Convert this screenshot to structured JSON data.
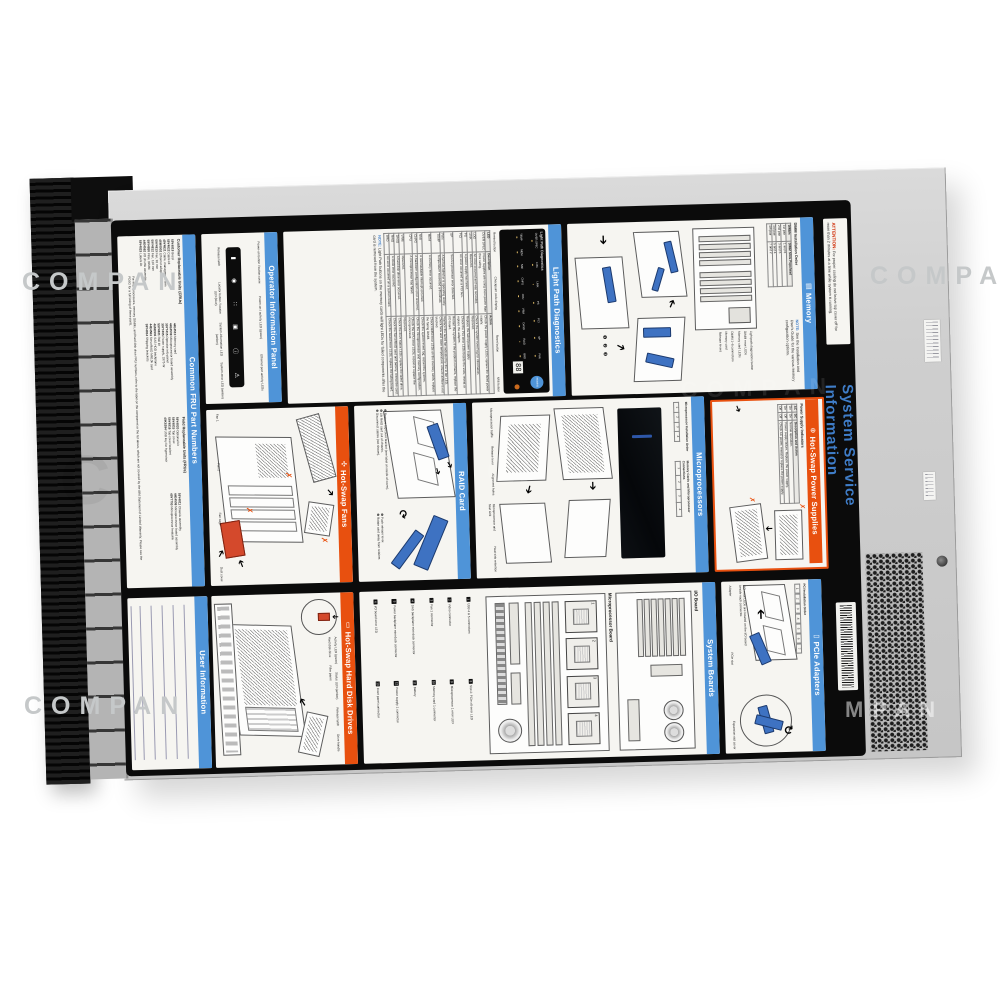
{
  "watermark": {
    "text": "COMPAN",
    "partial_vent": "MPAN",
    "partial_label": "PAN",
    "logo": "Ci",
    "big_c": "C"
  },
  "title": "System Service Information",
  "attention": {
    "label": "ATTENTION:",
    "text": "For proper cooling do not leave top cover off for more than 2 minutes at a time while system is running."
  },
  "icons": {
    "memory": "▤",
    "fans": "✣",
    "psu": "⊕",
    "hdd": "▭",
    "pcie": "▯",
    "arrow": "➔",
    "rotate": "↻",
    "x": "✗",
    "op_glyphs": [
      "▮",
      "◉",
      "∷",
      "▣",
      "ⓘ",
      "⚠"
    ]
  },
  "fru": {
    "header": "Common FRU Part Numbers",
    "cru_title": "Customer Replaceable Units (CRUs)",
    "crus_left": [
      {
        "pn": "59Y4818",
        "t": "Bezel"
      },
      {
        "pn": "59Y4822",
        "t": "Cable kit"
      },
      {
        "pn": "49Y4821",
        "t": "Cable, management arm"
      },
      {
        "pn": "46M0902",
        "t": "Ethernet adapter"
      },
      {
        "pn": "59Y4813",
        "t": "Fan, 92 mm"
      },
      {
        "pn": "59Y4812",
        "t": "Fan, 120 mm"
      },
      {
        "pn": "59Y4850",
        "t": "Filler, DIMM"
      },
      {
        "pn": "44E4562",
        "t": "I/O shuttle assembly"
      },
      {
        "pn": "59Y4823",
        "t": "Labels kit"
      }
    ],
    "crus_right": [
      {
        "pn": "44E4510",
        "t": "Memory card"
      },
      {
        "pn": "44E4509",
        "t": "Microprocessor board assembly"
      },
      {
        "pn": "39Y7415",
        "t": "Operator info panel"
      },
      {
        "pn": "39Y7405",
        "t": "Power supply, 1975 W"
      },
      {
        "pn": "59Y4821",
        "t": "Rail kit"
      },
      {
        "pn": "46M0901",
        "t": "SAS HDD backplane"
      },
      {
        "pn": "44E4563",
        "t": "ServeRAID MR10k card"
      },
      {
        "pn": "59Y4814",
        "t": "Shipping brackets"
      }
    ],
    "fru_title": "Field Replaceable Units (FRUs)",
    "frus_left": [
      {
        "pn": "59Y4820",
        "t": "Optional kit"
      },
      {
        "pn": "59Y4815",
        "t": "Top cover"
      },
      {
        "pn": "59Y4816",
        "t": "Top cover bracket"
      },
      {
        "pn": "40K6394",
        "t": "USB key for hypervisor"
      }
    ],
    "frus_right": [
      {
        "pn": "59Y4811",
        "t": "Chassis assembly"
      },
      {
        "pn": "44E4508",
        "t": "Microprocessor board assembly"
      },
      {
        "pn": "49Y7703",
        "t": "Microprocessor heatsink"
      }
    ],
    "note": "For microprocessors, memory DIMMs, and hard disk drive FRU numbers, refer to the label on the component or the list above, which are not covered by the IBM Statement of Limited Warranty. Please see the PDSG for a full listing of these parts."
  },
  "operator": {
    "header": "Operator Information Panel",
    "callouts_top": [
      "Power-on button / button cover",
      "Power-on / activity LED (green)",
      "Ethernet port activity LEDs"
    ],
    "callouts_bottom": [
      "Release latch",
      "Locator button / locator LED (blue)",
      "System-information LED (amber)",
      "System-error LED (amber)"
    ]
  },
  "light_path": {
    "header": "Light Path Diagnostics",
    "display_title": "Light Path Diagnostics",
    "leds_row1": [
      "OVER SPEC",
      "LOG",
      "LINK",
      "PS",
      "PCI",
      "SP",
      "FAN"
    ],
    "leds_row2": [
      "TEMP",
      "MEM",
      "NMI",
      "CNFG",
      "CPU",
      "VRM",
      "DASD",
      "RAID",
      "BRD"
    ],
    "remind": "REMIND",
    "code": "88",
    "gfx_callouts": [
      "Remind button",
      "Checkpoint code display",
      "Reset button",
      "NMI button"
    ],
    "table_headers": [
      "LED",
      "Description",
      "Action"
    ],
    "rows": [
      {
        "led": "OVER SPEC",
        "d": "Power supplies are using more power than their rating.",
        "a": "Check the power-supply LEDs; replace the failed power supply."
      },
      {
        "led": "LOG",
        "d": "An error occurred and was recorded.",
        "a": "Check the system-event log for information."
      },
      {
        "led": "LINK",
        "d": "Reserved.",
        "a": "Reserved."
      },
      {
        "led": "PS",
        "d": "A power supply has failed.",
        "a": "Replace the failed power supply."
      },
      {
        "led": "PCI",
        "d": "An error occurred on a PCI bus.",
        "a": "Check the PCI error LEDs beside the slots; reseat or replace the adapter."
      },
      {
        "led": "SP",
        "d": "Service processor error detected.",
        "a": "Restart the system; if the problem remains, replace the I/O board."
      },
      {
        "led": "FAN",
        "d": "A fan has failed or is operating slowly.",
        "a": "Replace the failed fan indicated by the lit fan LED."
      },
      {
        "led": "TEMP",
        "d": "Temperature exceeded a threshold.",
        "a": "Check fans and room temperature; ensure airflow is not blocked."
      },
      {
        "led": "MEM",
        "d": "A memory error occurred.",
        "a": "Check DIMM error LEDs on the memory cards; replace the failing DIMM."
      },
      {
        "led": "NMI",
        "d": "A nonmaskable interrupt occurred.",
        "a": "Check the system-event log; restart the system."
      },
      {
        "led": "CNFG",
        "d": "A hardware configuration error occurred.",
        "a": "Check the microprocessor and memory configuration."
      },
      {
        "led": "CPU",
        "d": "A microprocessor has failed.",
        "a": "Check the CPU error LEDs; reseat or replace the microprocessor."
      },
      {
        "led": "VRM",
        "d": "Reserved.",
        "a": "Reserved."
      },
      {
        "led": "DASD",
        "d": "A hard disk drive error occurred.",
        "a": "Check the drive status LEDs; replace the failed drive."
      },
      {
        "led": "RAID",
        "d": "A RAID error occurred.",
        "a": "Check the ServeRAID card and battery; reseat the card."
      },
      {
        "led": "BRD",
        "d": "An error occurred on a system board.",
        "a": "Check the board error LEDs; replace the failing board."
      }
    ],
    "note_hdr": "NOTE:",
    "note": "Light Path buttons on the memory cards will light LEDs for failed components after the card is removed from the system."
  },
  "memory": {
    "header": "Memory",
    "table_title": "DIMM Installation Order",
    "table_headers": [
      "DIMMs",
      "DIMM Slots Populated"
    ],
    "rows": [
      {
        "p": "1st pair",
        "s": "1 and 8"
      },
      {
        "p": "2nd pair",
        "s": "3 and 6"
      },
      {
        "p": "3rd pair",
        "s": "5 and 4"
      },
      {
        "p": "4th pair",
        "s": "7 and 2"
      }
    ],
    "note_hdr": "NOTE:",
    "note": "See the Installation and User's Guide for the various memory configuration options.",
    "callouts": [
      "Light path diagnostics button",
      "DIMM error LEDs",
      "Memory card LEDs",
      "DIMM 1–8 connectors",
      "Memory card",
      "Release levers"
    ],
    "steps": [
      "❶",
      "❷",
      "❸"
    ]
  },
  "fans": {
    "header": "Hot-Swap Fans",
    "callouts": [
      "Fan 1",
      "Fan 2",
      "Fan cage",
      "Dust cover"
    ]
  },
  "raid": {
    "header": "RAID Card",
    "steps": [
      {
        "n": "❶",
        "t": "Remove top cover bracket (see label on inside of cover)."
      },
      {
        "n": "❷",
        "t": "Lift RAID card out of chassis."
      },
      {
        "n": "❸",
        "t": "Disconnect cables (not shown)."
      }
    ],
    "steps2": [
      {
        "n": "❶",
        "t": "Push release lever."
      },
      {
        "n": "❷",
        "t": "Rotate card away from retainer."
      }
    ]
  },
  "micro": {
    "header": "Microprocessors",
    "t1_title": "Microprocessor Installation Order",
    "t1_vals": [
      "1",
      "2",
      "3",
      "4"
    ],
    "t2_title": "Memory Cards and Microprocessor Connections",
    "callouts": [
      "Microprocessor baffle",
      "Release lever",
      "Alignment holes",
      "Microprocessor and heat sink",
      "Heat sink retention"
    ]
  },
  "psu": {
    "header": "Hot-Swap Power Supplies",
    "table_title": "Power Supply Indicators",
    "table_headers": [
      "AC",
      "DC",
      "Description and Action"
    ],
    "rows": [
      {
        "ac": "On",
        "dc": "On",
        "t": "Normal operation."
      },
      {
        "ac": "On",
        "dc": "Off",
        "t": "Power supply failure. Replace the power supply."
      },
      {
        "ac": "Off",
        "dc": "Off",
        "t": "Check AC power; reseat or replace the power supply."
      }
    ]
  },
  "user": {
    "header": "User Information"
  },
  "hdd": {
    "header": "Hot-Swap Hard Disk Drives",
    "callouts": [
      "Activity LED (green)",
      "Status LED (amber)",
      "Release latch",
      "Drive handle",
      "Hard disk drive",
      "Filler panel"
    ]
  },
  "boards": {
    "header": "System Boards",
    "io_label": "I/O Board",
    "mp_label": "Microprocessor Board",
    "cpu_nums": [
      "1",
      "2",
      "3",
      "4"
    ],
    "legend_left": [
      {
        "n": "1",
        "t": "USB 4 & 5 connectors"
      },
      {
        "n": "2",
        "t": "Video connector"
      },
      {
        "n": "3",
        "t": "Fan 1 connector"
      },
      {
        "n": "4",
        "t": "SAS backplane mini-dock connector"
      },
      {
        "n": "5",
        "t": "Power backplane mini-dock connector"
      },
      {
        "n": "6",
        "t": "I/O board error LED"
      },
      {
        "n": "7",
        "t": "Slot 1: PCIe x8 error LED"
      }
    ],
    "legend_right": [
      {
        "n": "8",
        "t": "Slot 2: PCIe x8 error LED"
      },
      {
        "n": "9",
        "t": "Microprocessor 1 error LED"
      },
      {
        "n": "10",
        "t": "Memory card 1 connector"
      },
      {
        "n": "11",
        "t": "Battery"
      },
      {
        "n": "12",
        "t": "Power supply 1 connector"
      },
      {
        "n": "13",
        "t": "Front panel connector"
      },
      {
        "n": "14",
        "t": "Fan 2 connector"
      }
    ]
  },
  "pcie": {
    "header": "PCIe Adapters",
    "order_title": "PCI Installation Order",
    "order": [
      "1",
      "2",
      "3",
      "4",
      "5",
      "6",
      "7"
    ],
    "note": "PCI error LEDs are located on the I/O board beside each connector.",
    "callouts": [
      "Adapter",
      "PCIe slot",
      "Expansion slot cover"
    ]
  }
}
